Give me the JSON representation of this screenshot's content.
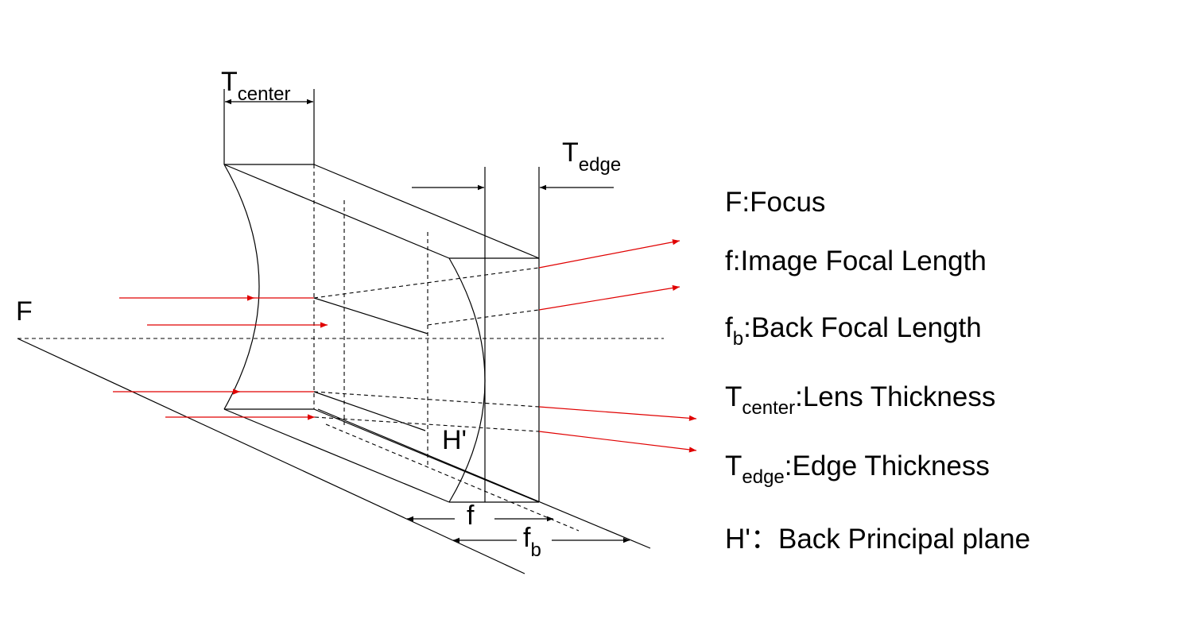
{
  "colors": {
    "ray": "#e00000",
    "line": "#000000",
    "background": "#ffffff"
  },
  "labels": {
    "focus": "F",
    "t_center_main": "T",
    "t_center_sub": "center",
    "t_edge_main": "T",
    "t_edge_sub": "edge",
    "principal_plane": "H'",
    "f": "f",
    "fb_main": "f",
    "fb_sub": "b"
  },
  "legend": [
    {
      "main": "F",
      "sub": "",
      "text": ":Focus"
    },
    {
      "main": "f",
      "sub": "",
      "text": ":Image Focal Length"
    },
    {
      "main": "f",
      "sub": "b",
      "text": ":Back Focal Length"
    },
    {
      "main": "T",
      "sub": "center",
      "text": ":Lens Thickness"
    },
    {
      "main": "T",
      "sub": "edge",
      "text": ":Edge Thickness"
    },
    {
      "main": "H'",
      "sub": "",
      "text": "：Back Principal plane"
    }
  ]
}
